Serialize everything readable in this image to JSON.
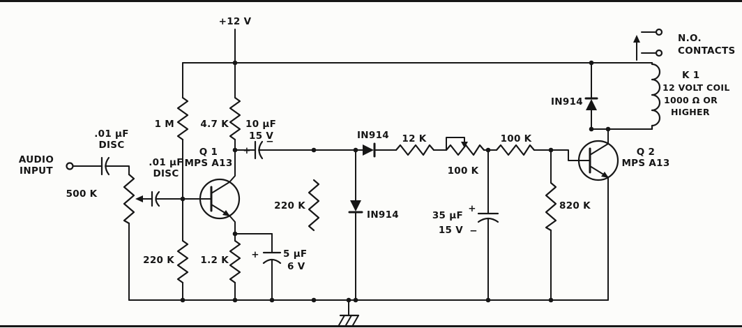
{
  "schematic": {
    "supply": "+12 V",
    "input": {
      "line1": "AUDIO",
      "line2": "INPUT"
    },
    "c1": {
      "line1": ".01 µF",
      "line2": "DISC"
    },
    "c2": {
      "line1": ".01 µF",
      "line2": "DISC"
    },
    "pot_input": "500 K",
    "r_1m": "1 M",
    "r_220k_a": "220 K",
    "r_4_7k": "4.7 K",
    "r_1_2k": "1.2 K",
    "q1": {
      "name": "Q 1",
      "part": "MPS A13"
    },
    "c3": {
      "line1": "10 µF",
      "line2": "15 V"
    },
    "c4": {
      "line1": "5 µF",
      "line2": "6 V"
    },
    "r_220k_b": "220 K",
    "d1": "IN914",
    "d2": "IN914",
    "d3": "IN914",
    "r_12k": "12 K",
    "pot_gain": "100 K",
    "r_100k": "100 K",
    "c5": {
      "line1": "35 µF",
      "line2": "15 V"
    },
    "r_820k": "820 K",
    "q2": {
      "name": "Q 2",
      "part": "MPS A13"
    },
    "contacts": {
      "line1": "N.O.",
      "line2": "CONTACTS"
    },
    "relay": {
      "line1": "K 1",
      "line2": "12 VOLT COIL",
      "line3": "1000 Ω OR",
      "line4": "HIGHER"
    },
    "signs": {
      "plus": "+",
      "minus": "−"
    }
  }
}
